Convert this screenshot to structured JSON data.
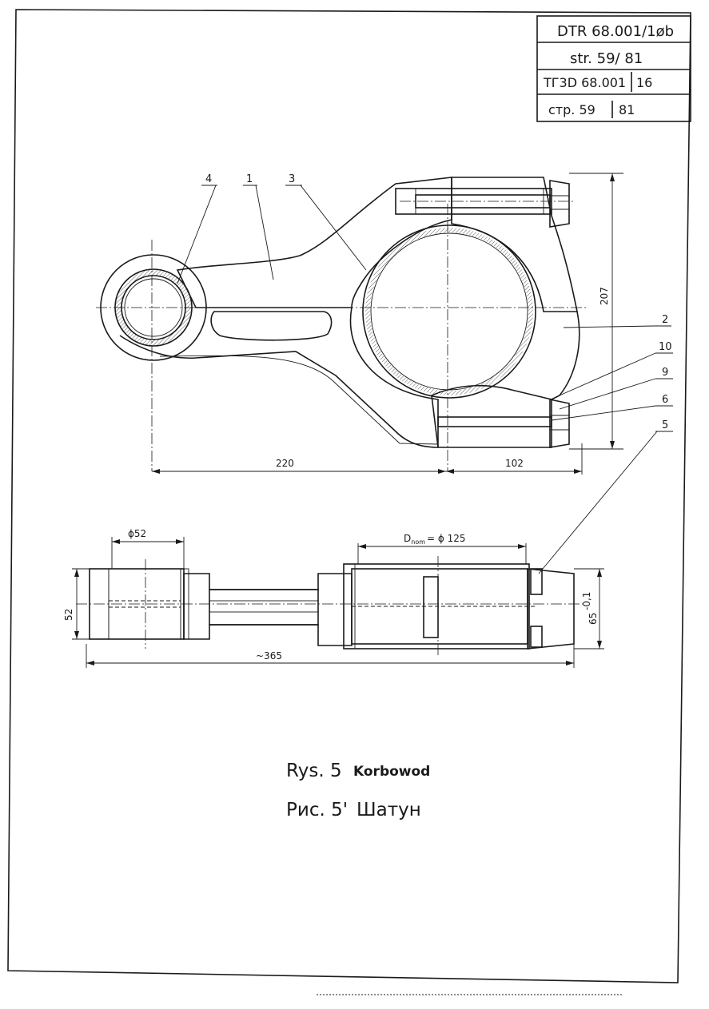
{
  "title_block": {
    "row1": "DTR 68.001/1øb",
    "row2": "str. 59/ 81",
    "row3_code": "TГ3D  68.001",
    "row3_sheet": "16",
    "row4_label": "стр.  59",
    "row4_total": "81"
  },
  "labels": {
    "part_4": "4",
    "part_1": "1",
    "part_3": "3",
    "part_2": "2",
    "part_10": "10",
    "part_9": "9",
    "part_6": "6",
    "part_5": "5"
  },
  "dimensions": {
    "dim_207": "207",
    "dim_220": "220",
    "dim_102": "102",
    "dim_phi52": "ϕ52",
    "dim_dnom": "D",
    "dim_dnom_sub": "nom",
    "dim_dnom_val": "= ϕ 125",
    "dim_52": "52",
    "dim_365": "~365",
    "dim_65": "65",
    "dim_65_tol": "-0,1"
  },
  "caption": {
    "polish_prefix": "Rys. 5",
    "polish_name": "Korbowod",
    "russian_prefix": "Рис. 5'",
    "russian_name": "Шатун"
  }
}
